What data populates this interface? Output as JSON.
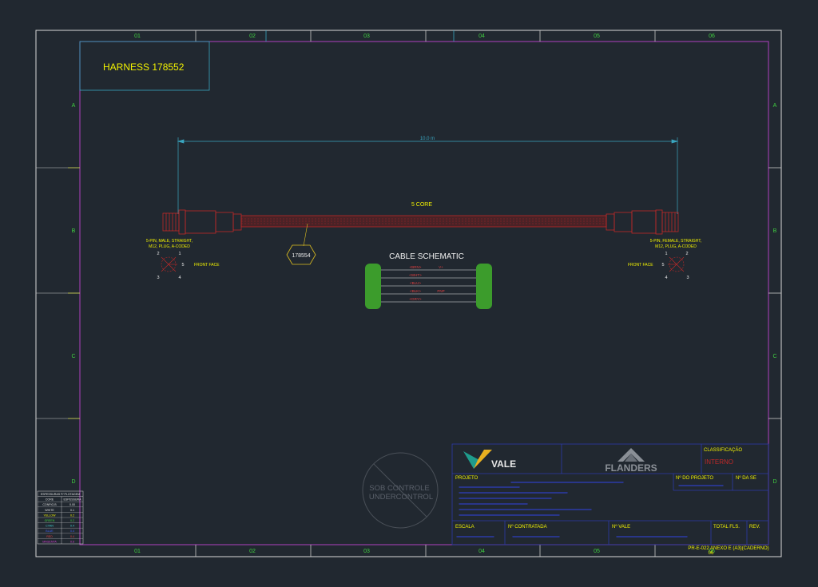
{
  "drawing": {
    "title": "HARNESS 178552",
    "grid_columns": [
      "01",
      "02",
      "03",
      "04",
      "05",
      "06"
    ],
    "grid_rows": [
      "A",
      "B",
      "C",
      "D"
    ],
    "cable_length": "10.0 m",
    "core_label": "5 CORE",
    "cable_tag": "178554",
    "schematic_title": "CABLE SCHEMATIC",
    "left_connector": {
      "spec_line1": "5-PIN, MALE, STRAIGHT,",
      "spec_line2": "M12, PLUG, A-CODED",
      "face_label": "FRONT FACE",
      "pins": [
        "1",
        "2",
        "3",
        "4",
        "5"
      ]
    },
    "right_connector": {
      "spec_line1": "5-PIN, FEMALE, STRAIGHT,",
      "spec_line2": "M12, PLUG, A-CODED",
      "face_label": "FRONT FACE",
      "pins": [
        "1",
        "2",
        "3",
        "4",
        "5"
      ]
    },
    "wires": [
      {
        "label": "<BRN>",
        "note": "V+"
      },
      {
        "label": "<WHT>",
        "note": ""
      },
      {
        "label": "<BLU>",
        "note": ""
      },
      {
        "label": "<BLK>",
        "note": "PNP"
      },
      {
        "label": "<GRY>",
        "note": ""
      }
    ],
    "stamp_line1": "SOB CONTROLE",
    "stamp_line2": "UNDERCONTROL",
    "pen_table": {
      "header": [
        "CORE",
        "ESPESSURA"
      ],
      "title": "ESPESSURAS P/ PLOTAGEM",
      "rows": [
        [
          "CONFIG.B",
          "0.00"
        ],
        [
          "WHITE",
          "0.1"
        ],
        [
          "YELLOW",
          "0.2"
        ],
        [
          "GREEN",
          "0.2"
        ],
        [
          "CYAN",
          "0.4"
        ],
        [
          "BLUE",
          "0.4"
        ],
        [
          "RED",
          "0.4"
        ],
        [
          "MAGENTA",
          "0.6"
        ]
      ]
    }
  },
  "title_block": {
    "client_logo": "VALE",
    "contractor_logo": "FLANDERS",
    "classificacao_label": "CLASSIFICAÇÃO",
    "classificacao_value": "INTERNO",
    "projeto_label": "PROJETO",
    "n_projeto_label": "Nº DO PROJETO",
    "n_se_label": "Nº DA SE",
    "escala_label": "ESCALA",
    "n_contratada_label": "Nº CONTRATADA",
    "n_vale_label": "Nº VALE",
    "total_fls_label": "TOTAL FLS.",
    "rev_label": "REV.",
    "form_ref_line1": "PR-E-022 ANEXO E (A3)(CADERNO)",
    "form_ref_line2": "06"
  },
  "colors": {
    "background": "#212830",
    "border": "#d9d9d9",
    "grid_text": "#40d040",
    "title_text": "#f2f200",
    "magenta": "#b040c0",
    "cyan": "#3aa6c0",
    "cable_red": "#c02828",
    "schematic_green": "#3c9c2c",
    "title_block_blue": "#2c3aa8"
  }
}
